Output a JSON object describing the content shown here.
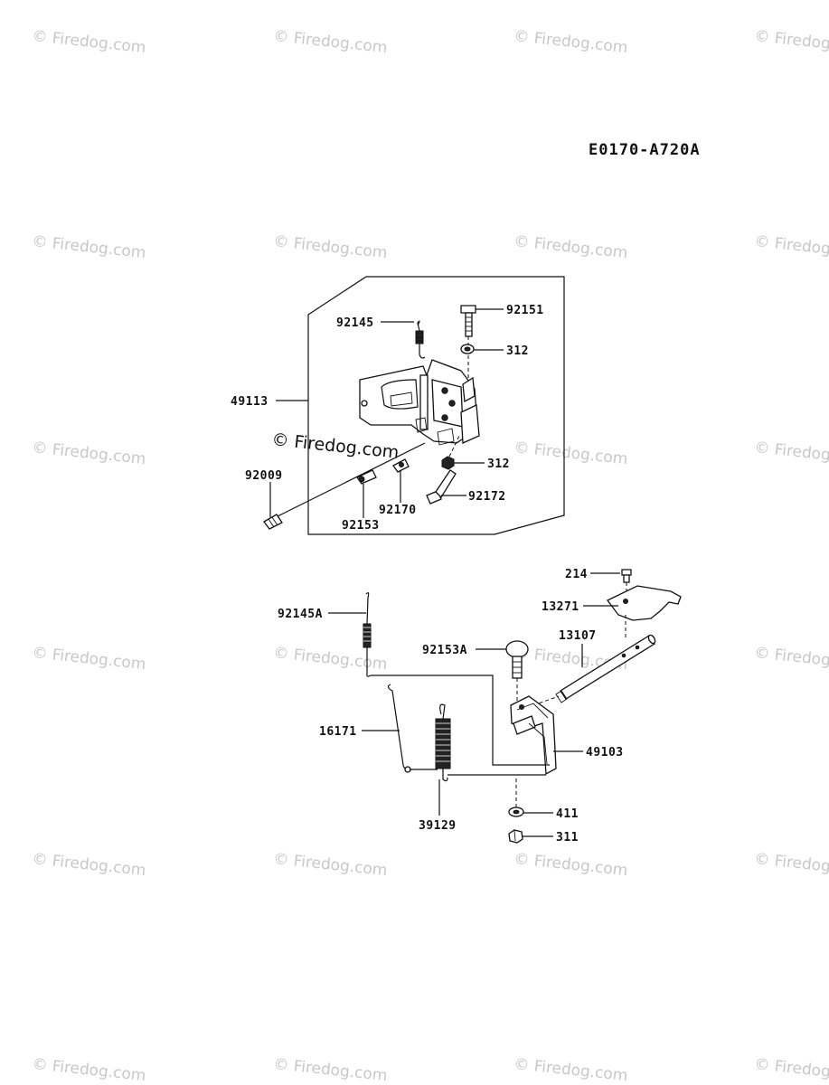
{
  "diagram_id": "E0170-A720A",
  "watermark_text": "© Firedog.com",
  "inline_watermark_text": "© Firedog.com",
  "labels": {
    "p92145": "92145",
    "p92151": "92151",
    "p312a": "312",
    "p49113": "49113",
    "p312b": "312",
    "p92009": "92009",
    "p92172": "92172",
    "p92170": "92170",
    "p92153": "92153",
    "p214": "214",
    "p13271": "13271",
    "p92145A": "92145A",
    "p13107": "13107",
    "p92153A": "92153A",
    "p16171": "16171",
    "p49103": "49103",
    "p39129": "39129",
    "p411": "411",
    "p311": "311"
  }
}
